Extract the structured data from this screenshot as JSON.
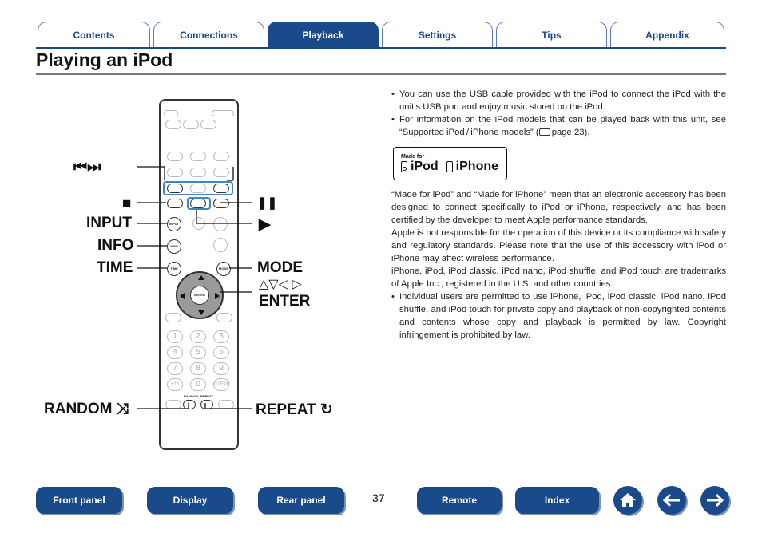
{
  "tabs": [
    {
      "label": "Contents",
      "active": false
    },
    {
      "label": "Connections",
      "active": false
    },
    {
      "label": "Playback",
      "active": true
    },
    {
      "label": "Settings",
      "active": false
    },
    {
      "label": "Tips",
      "active": false
    },
    {
      "label": "Appendix",
      "active": false
    }
  ],
  "title": "Playing an iPod",
  "callouts": {
    "skip": "⏮⏭",
    "stop": "■",
    "pause": "❚❚",
    "input": "INPUT",
    "play": "▶",
    "info": "INFO",
    "time": "TIME",
    "mode": "MODE",
    "arrows": "△▽◁ ▷",
    "enter": "ENTER",
    "random": "RANDOM ⤨",
    "repeat": "REPEAT ↻"
  },
  "remote": {
    "input": "INPUT",
    "info": "INFO",
    "time": "TIME",
    "mode": "MODE",
    "enter": "ENTER",
    "random": "RANDOM",
    "repeat": "REPEAT",
    "keys": [
      "1",
      "2",
      "3",
      "4",
      "5",
      "6",
      "7",
      "8",
      "9",
      "+10",
      "0",
      "CLEAR"
    ]
  },
  "text": {
    "bullet1": "You can use the USB cable provided with the iPod to connect the iPod with the unit’s USB port and enjoy music stored on the iPod.",
    "bullet2_pre": "For information on the iPod models that can be played back with this unit, see “Supported iPod / iPhone models” (",
    "bullet2_link": "page 23",
    "bullet2_post": ").",
    "mfi_made": "Made for",
    "mfi_ipod": "iPod",
    "mfi_iphone": "iPhone",
    "para1": "“Made for iPod” and “Made for iPhone” mean that an electronic accessory has been designed to connect specifically to iPod or iPhone, respectively, and has been certified by the developer to meet Apple performance standards.",
    "para2": "Apple is not responsible for the operation of this device or its compliance with safety and regulatory standards. Please note that the use of this accessory with iPod or iPhone may affect wireless performance.",
    "para3": "iPhone, iPod, iPod classic, iPod nano, iPod shuffle, and iPod touch are trademarks of Apple Inc., registered in the U.S. and other countries.",
    "bullet3": "Individual users are permitted to use iPhone, iPod, iPod classic, iPod nano, iPod shuffle, and iPod touch for private copy and playback of non-copyrighted contents and contents whose copy and playback is permitted by law. Copyright infringement is prohibited by law."
  },
  "nav": {
    "front_panel": "Front panel",
    "display": "Display",
    "rear_panel": "Rear panel",
    "page_number": "37",
    "remote": "Remote",
    "index": "Index"
  },
  "colors": {
    "accent": "#1a4a8a",
    "highlight": "#3e86c6"
  }
}
